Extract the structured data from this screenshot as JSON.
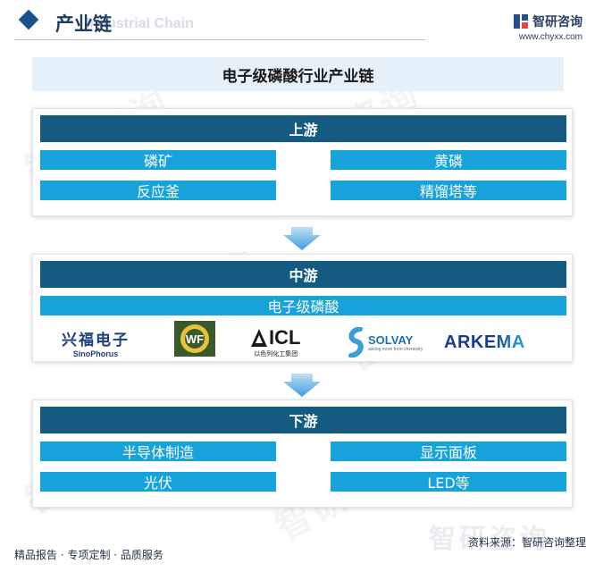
{
  "header": {
    "title": "产业链",
    "subtitle_en": "Industrial Chain",
    "brand_name": "智研咨询",
    "brand_url": "www.chyxx.com"
  },
  "main_title": "电子级磷酸行业产业链",
  "upstream": {
    "heading": "上游",
    "items": [
      "磷矿",
      "黄磷",
      "反应釜",
      "精馏塔等"
    ]
  },
  "midstream": {
    "heading": "中游",
    "product": "电子级磷酸",
    "companies": [
      {
        "text": "兴福电子",
        "sub": "SinoPhorus",
        "icon": "sinophorus-logo"
      },
      {
        "text": "WF",
        "icon": "wf-logo"
      },
      {
        "text": "ICL",
        "sub": "以色列化工集团",
        "icon": "icl-logo"
      },
      {
        "text": "SOLVAY",
        "sub": "asking more from chemistry",
        "icon": "solvay-logo"
      },
      {
        "text": "ARKEMA",
        "icon": "arkema-logo"
      }
    ]
  },
  "downstream": {
    "heading": "下游",
    "items": [
      "半导体制造",
      "显示面板",
      "光伏",
      "LED等"
    ]
  },
  "footer": {
    "left": "精品报告 · 专项定制 · 品质服务",
    "right": "资料来源：智研咨询整理",
    "watermark": "智研咨询"
  },
  "colors": {
    "section_heading": "#155a80",
    "chip": "#17a3d9",
    "title_bg": "#e6f0f8",
    "arrow": "#4aa3df"
  }
}
